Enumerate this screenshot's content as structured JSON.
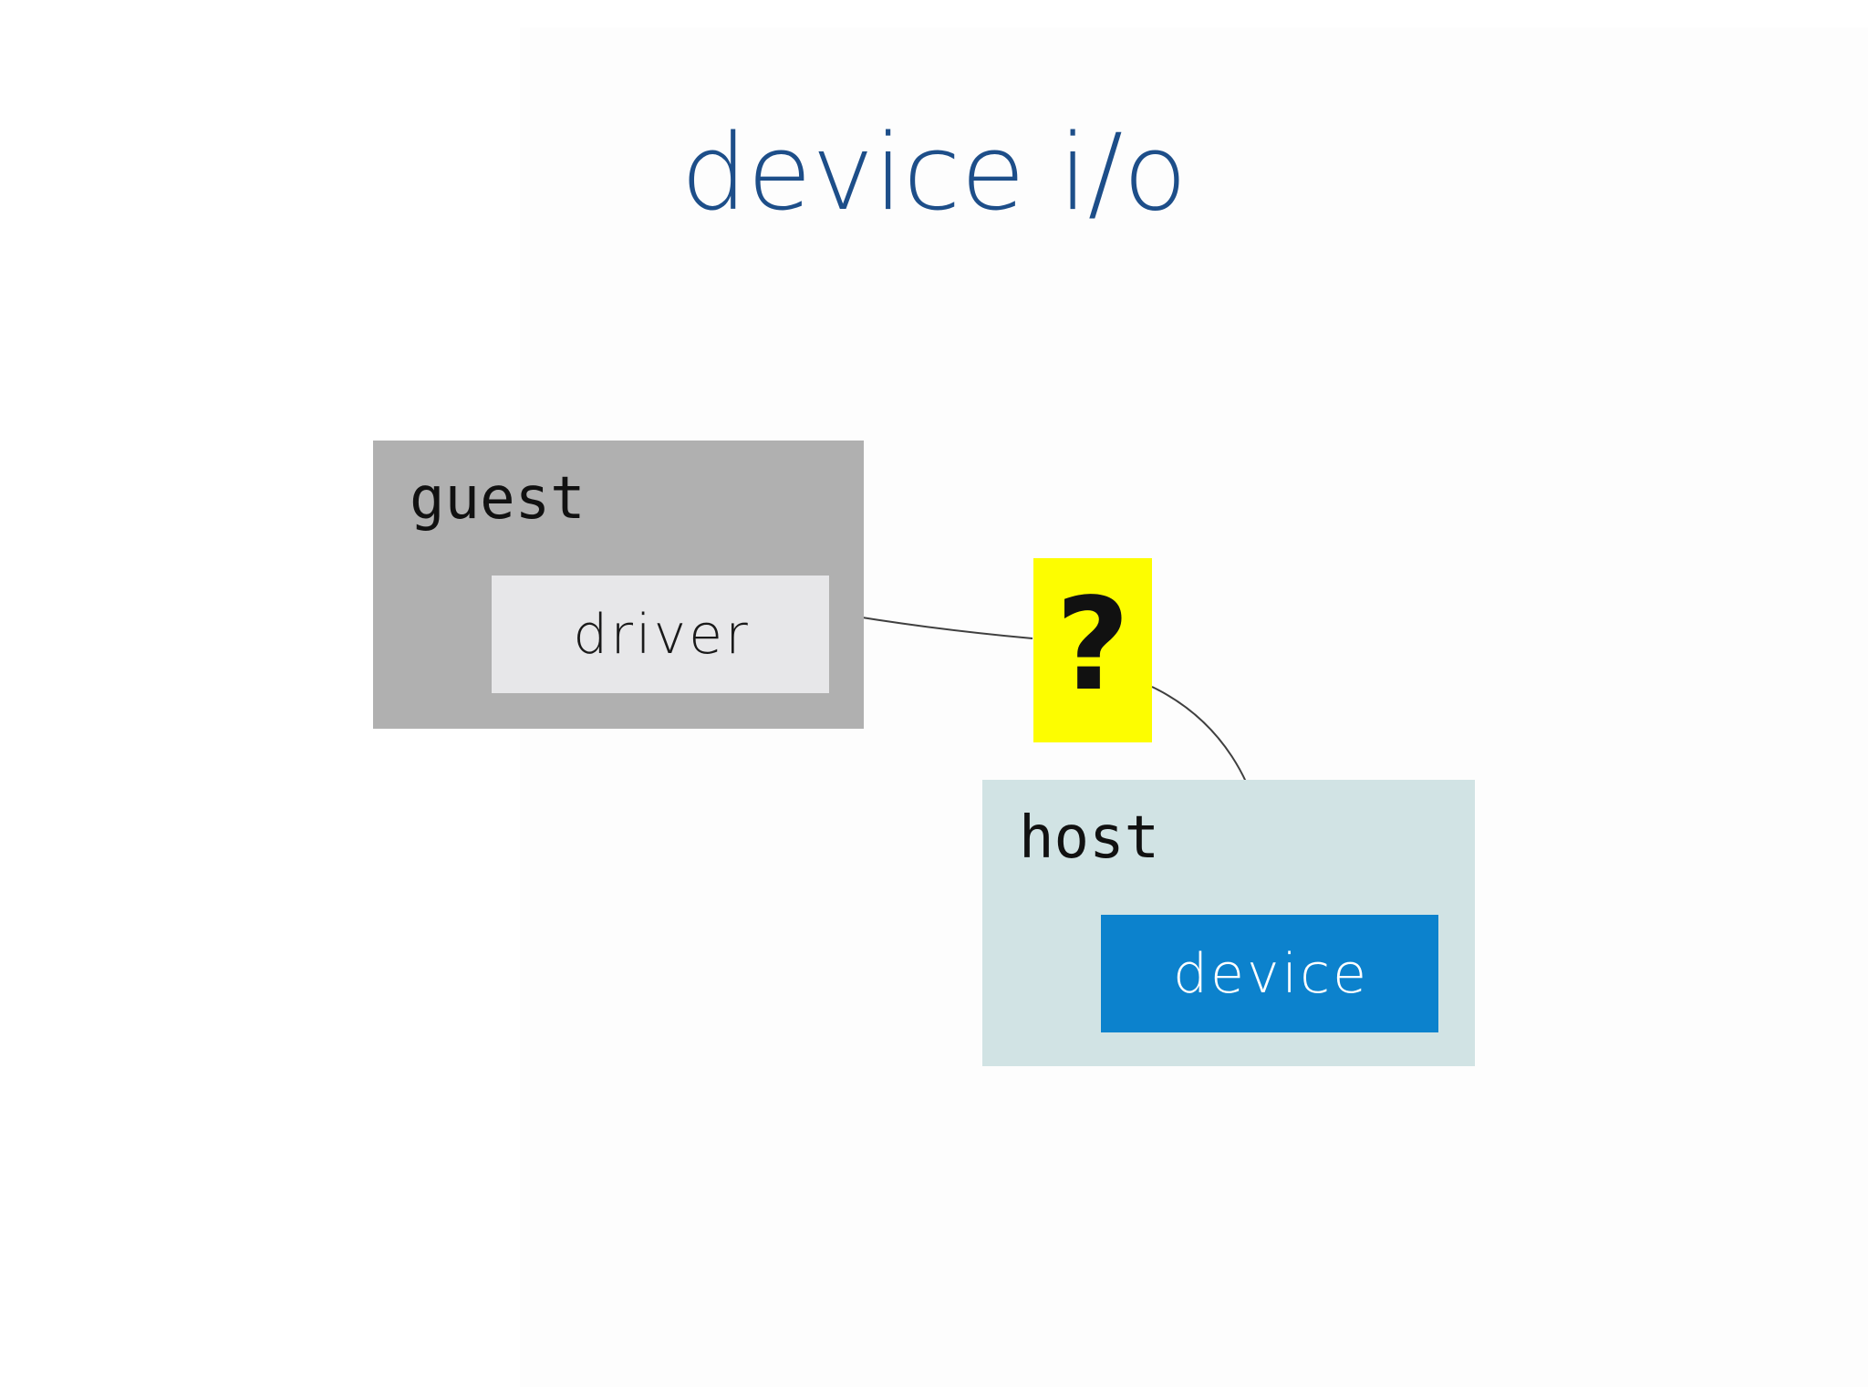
{
  "slide": {
    "title": "device i/o"
  },
  "boxes": {
    "guest": {
      "label": "guest"
    },
    "driver": {
      "label": "driver"
    },
    "question": {
      "label": "?"
    },
    "host": {
      "label": "host"
    },
    "device": {
      "label": "device"
    }
  },
  "colors": {
    "title_text": "#1d4e89",
    "guest_fill": "#b0b0b0",
    "driver_fill": "#e7e7e9",
    "question_fill": "#fdfd00",
    "host_fill": "#d1e3e4",
    "device_fill": "#0c82cd",
    "device_text": "#ffffff",
    "connector": "#3f3f3f"
  }
}
